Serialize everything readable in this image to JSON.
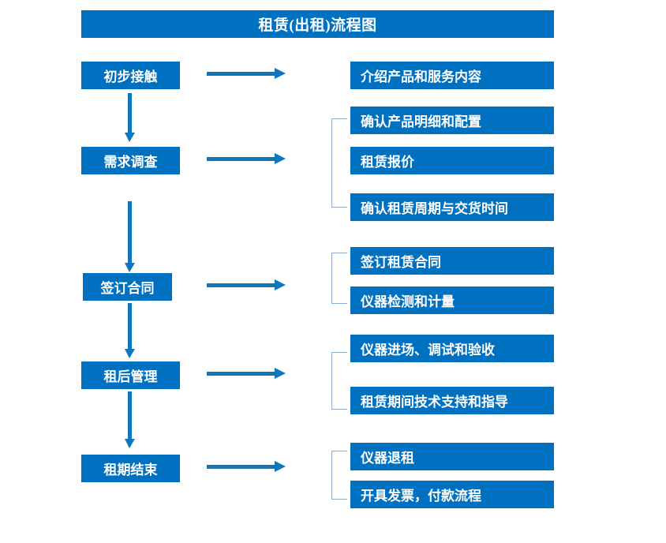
{
  "chart": {
    "type": "flowchart",
    "title": "租赁(出租)流程图",
    "accent_color": "#0070C0",
    "arrow_color": "#0f75bd",
    "bracket_color": "#8FA9CC",
    "background_color": "#FFFFFF",
    "text_color": "#FFFFFF",
    "orientation": "top-to-bottom",
    "stages": [
      {
        "id": "stage-1",
        "label": "初步接触",
        "details": [
          "介绍产品和服务内容"
        ],
        "has_bracket": false
      },
      {
        "id": "stage-2",
        "label": "需求调查",
        "details": [
          "确认产品明细和配置",
          "租赁报价",
          "确认租赁周期与交货时间"
        ],
        "has_bracket": true
      },
      {
        "id": "stage-3",
        "label": "签订合同",
        "details": [
          "签订租赁合同",
          "仪器检测和计量"
        ],
        "has_bracket": true
      },
      {
        "id": "stage-4",
        "label": "租后管理",
        "details": [
          "仪器进场、调试和验收",
          "租赁期间技术支持和指导"
        ],
        "has_bracket": true
      },
      {
        "id": "stage-5",
        "label": "租期结束",
        "details": [
          "仪器退租",
          "开具发票，付款流程"
        ],
        "has_bracket": true
      }
    ],
    "detail_boxes": [
      "介绍产品和服务内容",
      "确认产品明细和配置",
      "租赁报价",
      "确认租赁周期与交货时间",
      "签订租赁合同",
      "仪器检测和计量",
      "仪器进场、调试和验收",
      "租赁期间技术支持和指导",
      "仪器退租",
      "开具发票，付款流程"
    ]
  }
}
